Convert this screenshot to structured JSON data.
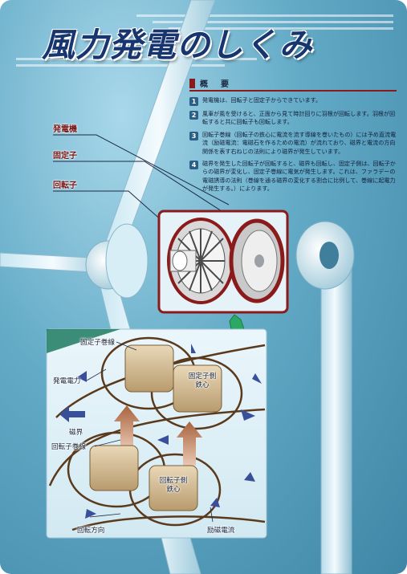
{
  "title": "風力発電のしくみ",
  "overview": {
    "heading": "概　要",
    "items": [
      {
        "num": "1",
        "text": "発電機は、回転子と固定子からできています。"
      },
      {
        "num": "2",
        "text": "風車が風を受けると、正面から見て時計回りに羽根が回転します。羽根が回転すると共に回転子も回転します。"
      },
      {
        "num": "3",
        "text": "回転子巻線（回転子の鉄心に電流を流す導線を巻いたもの）には予め直流電流（励磁電流：電磁石を作るための電流）が流れており、磁界と電流の方向関係を表す右ねじの法則により磁界が発生しています。"
      },
      {
        "num": "4",
        "text": "磁界を発生した回転子が回転すると、磁界も回転し、固定子側は、回転子からの磁界が変化し、固定子巻線に電気が発生します。これは、ファラデーの電磁誘導の法則（巻線を通る磁界の変化する割合に比例して、巻線に起電力が発生する。）によります。"
      }
    ]
  },
  "leaders": {
    "generator": "発電機",
    "stator": "固定子",
    "rotor": "回転子"
  },
  "diagram": {
    "stator_winding": "固定子巻線",
    "generated_power": "発電電力",
    "stator_core": "固定子側\n鉄心",
    "magnetic_field": "磁界",
    "rotor_winding": "回転子巻線",
    "rotor_core": "回転子側\n鉄心",
    "rotation_direction": "回転方向",
    "excitation_current": "励磁電流"
  },
  "colors": {
    "title": "#17356e",
    "leader": "#7a1414",
    "frame": "#8b1a1a",
    "core": "#cdb48c",
    "field_arrow": "#b3704a",
    "current_arrow": "#3a4f9a",
    "winding": "#5b3a1c"
  }
}
